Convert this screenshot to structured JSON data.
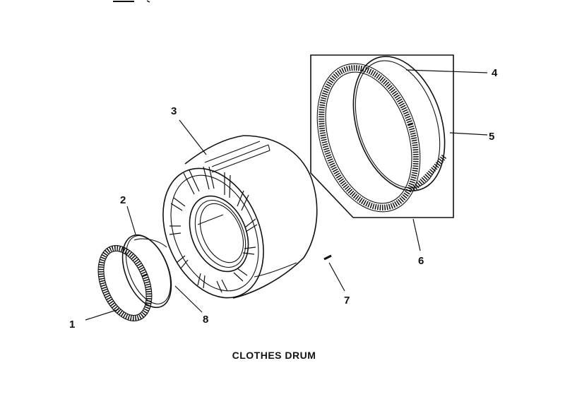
{
  "diagram": {
    "title": "CLOTHES DRUM",
    "callouts": [
      {
        "id": "callout-1",
        "text": "1"
      },
      {
        "id": "callout-2",
        "text": "2"
      },
      {
        "id": "callout-3",
        "text": "3"
      },
      {
        "id": "callout-4",
        "text": "4"
      },
      {
        "id": "callout-5",
        "text": "5"
      },
      {
        "id": "callout-6",
        "text": "6"
      },
      {
        "id": "callout-7",
        "text": "7"
      },
      {
        "id": "callout-8",
        "text": "8"
      }
    ]
  }
}
